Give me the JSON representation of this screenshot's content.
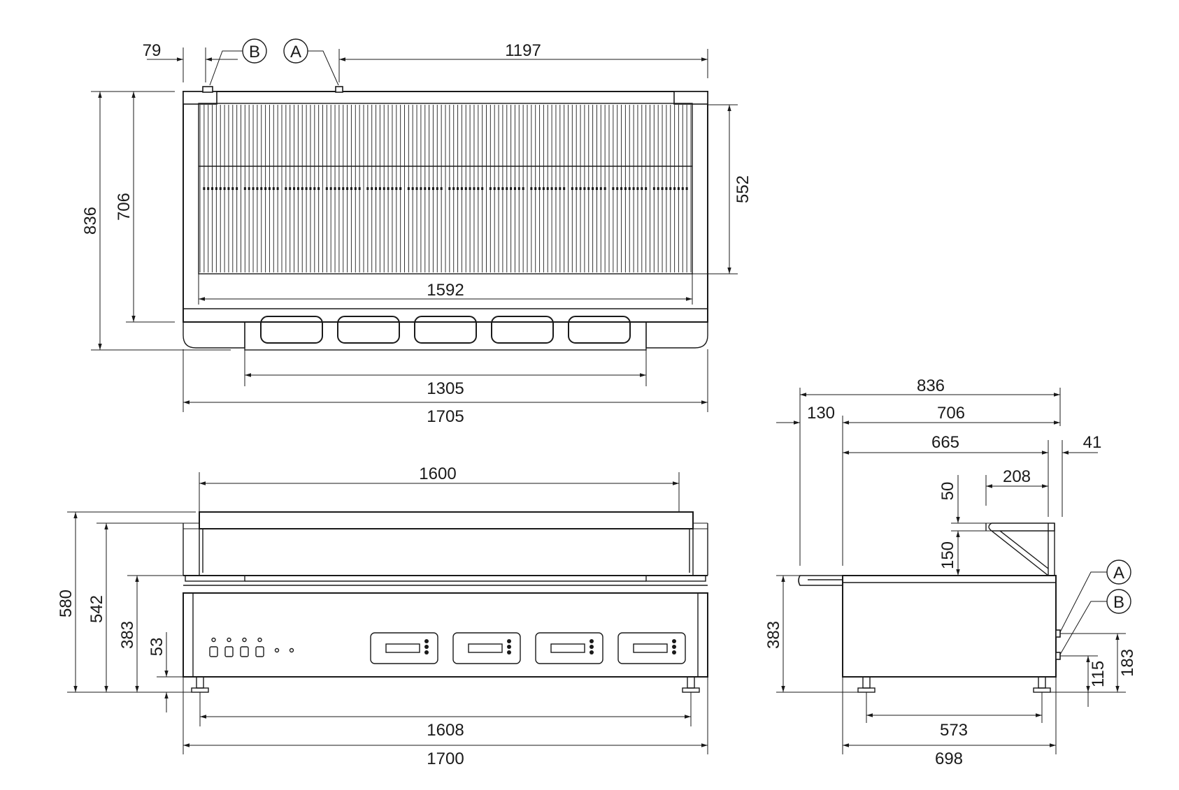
{
  "top_view": {
    "dims": {
      "d79": "79",
      "d1197": "1197",
      "d836": "836",
      "d706": "706",
      "d552": "552",
      "d1592": "1592",
      "d1305": "1305",
      "d1705": "1705"
    },
    "callouts": {
      "b": "B",
      "a": "A"
    }
  },
  "front_view": {
    "dims": {
      "d1600": "1600",
      "d580": "580",
      "d542": "542",
      "d383": "383",
      "d53": "53",
      "d1608": "1608",
      "d1700": "1700"
    }
  },
  "side_view": {
    "dims": {
      "d836": "836",
      "d130": "130",
      "d706": "706",
      "d665": "665",
      "d41": "41",
      "d208": "208",
      "d50": "50",
      "d150": "150",
      "d383": "383",
      "d183": "183",
      "d115": "115",
      "d573": "573",
      "d698": "698"
    },
    "callouts": {
      "a": "A",
      "b": "B"
    }
  }
}
